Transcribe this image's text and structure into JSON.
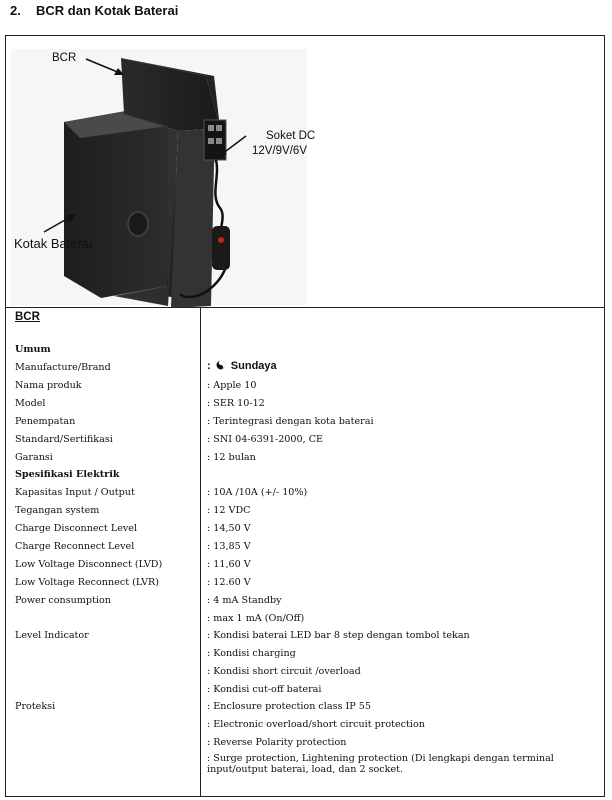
{
  "heading": {
    "number": "2.",
    "title": "BCR dan Kotak Baterai"
  },
  "figure": {
    "callout_bcr": "BCR",
    "callout_socket_line1": "Soket DC",
    "callout_socket_line2": "12V/9V/6V",
    "callout_box": "Kotak Baterai"
  },
  "spec": {
    "section_title": "BCR",
    "umum_header": "Umum",
    "rows": [
      {
        "label": "Manufacture/Brand",
        "value": "Sundaya"
      },
      {
        "label": "Nama produk",
        "value": ": Apple 10"
      },
      {
        "label": "Model",
        "value": ": SER 10-12"
      },
      {
        "label": "Penempatan",
        "value": ": Terintegrasi dengan kota baterai"
      },
      {
        "label": "Standard/Sertifikasi",
        "value": ": SNI 04-6391-2000, CE"
      },
      {
        "label": "Garansi",
        "value": ": 12 bulan"
      }
    ],
    "elektrik_header": "Spesifikasi Elektrik",
    "elektrik_rows": [
      {
        "label": "Kapasitas Input / Output",
        "value": ": 10A /10A (+/- 10%)"
      },
      {
        "label": "Tegangan system",
        "value": ": 12 VDC"
      },
      {
        "label": "Charge Disconnect Level",
        "value": ": 14,50 V"
      },
      {
        "label": "Charge Reconnect Level",
        "value": ": 13,85 V"
      },
      {
        "label": "Low Voltage Disconnect (LVD)",
        "value": ": 11,60 V"
      },
      {
        "label": "Low Voltage Reconnect (LVR)",
        "value": ": 12.60 V"
      },
      {
        "label": "Power consumption",
        "value": ": 4 mA Standby"
      }
    ],
    "power_extra": ": max 1 mA (On/Off)",
    "level_indicator": {
      "label": "Level Indicator",
      "values": [
        ": Kondisi baterai LED bar 8 step dengan tombol tekan",
        ": Kondisi charging",
        ": Kondisi short circuit /overload",
        ": Kondisi cut-off baterai"
      ]
    },
    "proteksi": {
      "label": "Proteksi",
      "values": [
        ": Enclosure protection class IP 55",
        ": Electronic overload/short circuit protection",
        ": Reverse Polarity protection",
        ": Surge protection, Lightening protection (Di lengkapi dengan terminal input/output baterai, load, dan 2 socket."
      ]
    }
  }
}
